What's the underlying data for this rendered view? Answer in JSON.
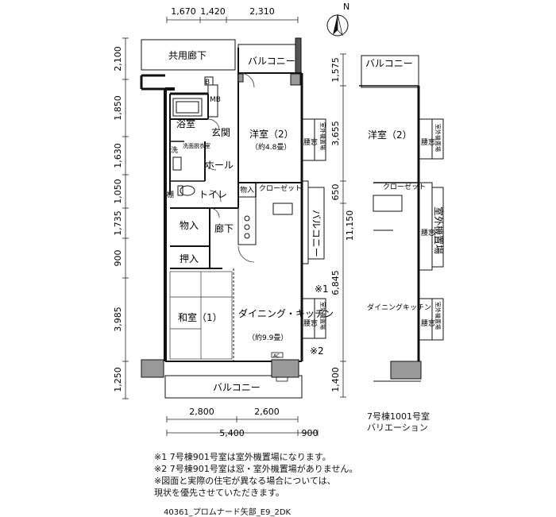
{
  "top_dimensions": [
    "1,670",
    "1,420",
    "2,310"
  ],
  "left_dimensions": [
    "2,100",
    "1,850",
    "1,630",
    "1,050",
    "1,735",
    "900",
    "3,985",
    "1,250"
  ],
  "right_dimensions": [
    "1,575",
    "3,655",
    "650",
    "11,150",
    "6,845",
    "1,400"
  ],
  "bottom_dimensions": {
    "row1": [
      "2,800",
      "2,600"
    ],
    "row2": [
      "5,400",
      "900"
    ]
  },
  "rooms": {
    "corridor_common": "共用廊下",
    "balcony_top": "バルコニー",
    "b_label": "B",
    "mb_label": "MB",
    "bath": "浴室",
    "entrance": "玄関",
    "western_room": "洋室（2）",
    "western_size": "（約4.8畳）",
    "wash": "洗",
    "washroom": "洗面脱衣室",
    "hall": "ホール",
    "shelf": "棚",
    "toilet": "トイレ",
    "storage_small": "物入",
    "closet": "クローゼット",
    "storage": "物入",
    "hallway": "廊下",
    "oshiire": "押入",
    "balcony_side": "バルコニー",
    "japanese_room": "和室（1）",
    "dining": "ダイニング・キッチン",
    "dining_size": "（約9.9畳）",
    "ac": "AC",
    "balcony_bottom": "バルコニー",
    "koshimado": "腰窓",
    "outdoor_unit": "室外機置場",
    "note_mark1": "※1",
    "note_mark2": "※2"
  },
  "variation": {
    "balcony": "バルコニー",
    "western_room": "洋室（2）",
    "closet": "クローゼット",
    "dining": "ダイニングキッチン",
    "koshimado": "腰窓",
    "outdoor_unit": "室外機置場",
    "caption_line1": "7号棟1001号室",
    "caption_line2": "バリエーション"
  },
  "compass": "N",
  "notes": [
    "※1  7号棟901号室は室外機置場になります。",
    "※2  7号棟901号室は窓・室外機置場がありません。",
    "※図面と実際の住宅が異なる場合については、",
    "   現状を優先させていただきます。"
  ],
  "file_name": "40361_プロムナード矢部_E9_2DK"
}
